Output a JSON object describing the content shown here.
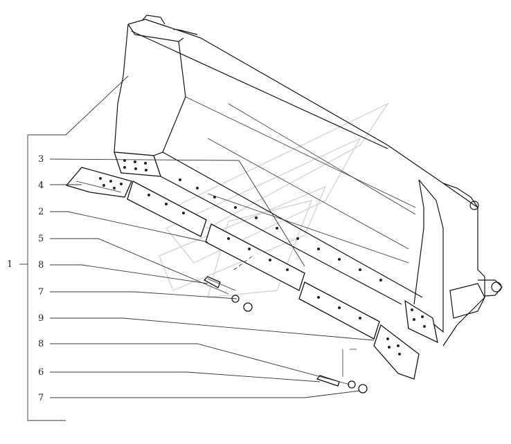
{
  "callouts": {
    "c1": "1",
    "c3": "3",
    "c4": "4",
    "c2": "2",
    "c5": "5",
    "c8a": "8",
    "c7a": "7",
    "c9": "9",
    "c8b": "8",
    "c6": "6",
    "c7b": "7"
  }
}
